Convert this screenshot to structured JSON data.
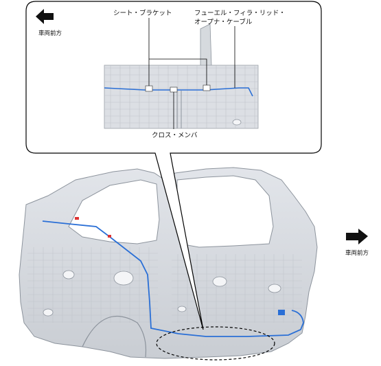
{
  "callouts": {
    "seat_bracket": "シート・ブラケット",
    "fuel_filler_line1": "フューエル・フィラ・リッド・",
    "fuel_filler_line2": "オープナ・ケーブル",
    "cross_member": "クロス・メンバ"
  },
  "directions": {
    "front_left": "車両前方",
    "front_right": "車両前方"
  },
  "colors": {
    "cable": "#2a6fd6",
    "body_panel": "#d4d8de",
    "panel_edge": "#8c939c",
    "callout_border": "#000000"
  },
  "icons": {
    "left_arrow": "arrow-left-icon",
    "right_arrow": "arrow-right-icon"
  }
}
